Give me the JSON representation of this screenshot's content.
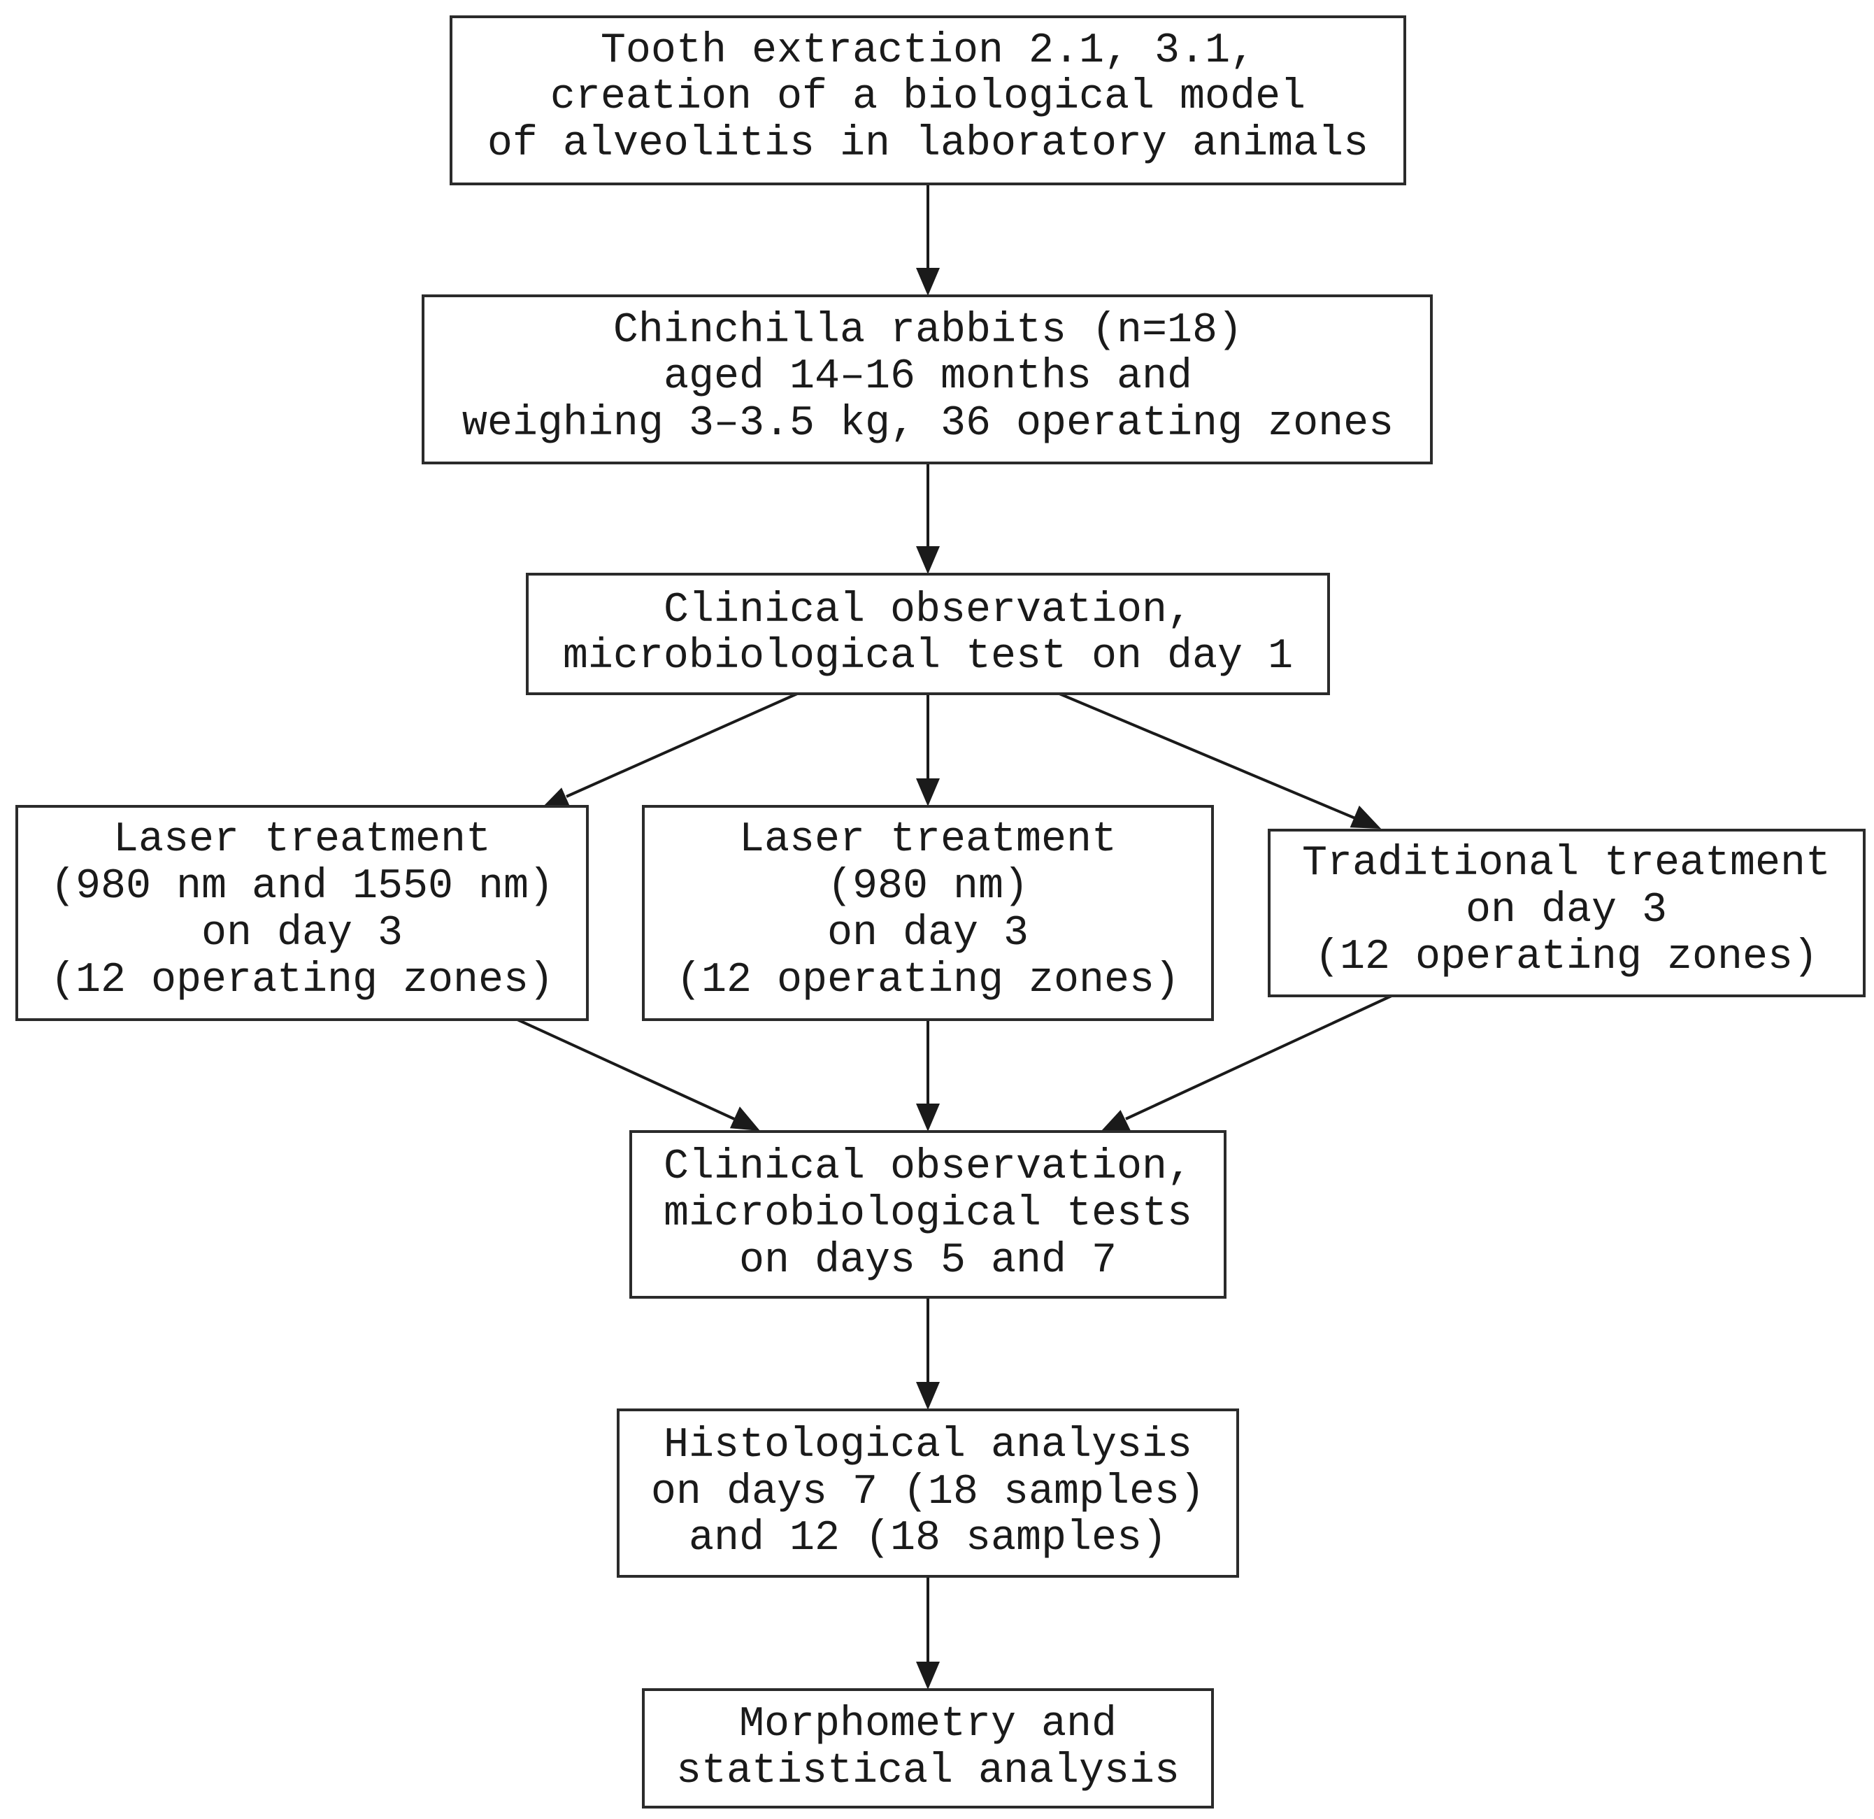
{
  "nodes": {
    "extraction": {
      "lines": [
        "Tooth extraction 2.1, 3.1,",
        "creation of a biological model",
        "of alveolitis in laboratory animals"
      ]
    },
    "rabbits": {
      "lines": [
        "Chinchilla rabbits (n=18)",
        "aged 14–16 months and",
        "weighing 3–3.5 kg, 36 operating zones"
      ]
    },
    "observation_day1": {
      "lines": [
        "Clinical observation,",
        "microbiological test on day 1"
      ]
    },
    "laser_dual": {
      "lines": [
        "Laser treatment",
        "(980 nm and 1550 nm)",
        "on day 3",
        "(12 operating zones)"
      ]
    },
    "laser_980": {
      "lines": [
        "Laser treatment",
        "(980 nm)",
        "on day 3",
        "(12 operating zones)"
      ]
    },
    "traditional": {
      "lines": [
        "Traditional treatment",
        "on day 3",
        "(12 operating zones)"
      ]
    },
    "observation_days57": {
      "lines": [
        "Clinical observation,",
        "microbiological tests",
        "on days 5 and 7"
      ]
    },
    "histology": {
      "lines": [
        "Histological analysis",
        "on days 7 (18 samples)",
        "and 12 (18 samples)"
      ]
    },
    "morphometry": {
      "lines": [
        "Morphometry and",
        "statistical analysis"
      ]
    }
  },
  "edges": [
    [
      "extraction",
      "rabbits"
    ],
    [
      "rabbits",
      "observation_day1"
    ],
    [
      "observation_day1",
      "laser_dual"
    ],
    [
      "observation_day1",
      "laser_980"
    ],
    [
      "observation_day1",
      "traditional"
    ],
    [
      "laser_dual",
      "observation_days57"
    ],
    [
      "laser_980",
      "observation_days57"
    ],
    [
      "traditional",
      "observation_days57"
    ],
    [
      "observation_days57",
      "histology"
    ],
    [
      "histology",
      "morphometry"
    ]
  ]
}
